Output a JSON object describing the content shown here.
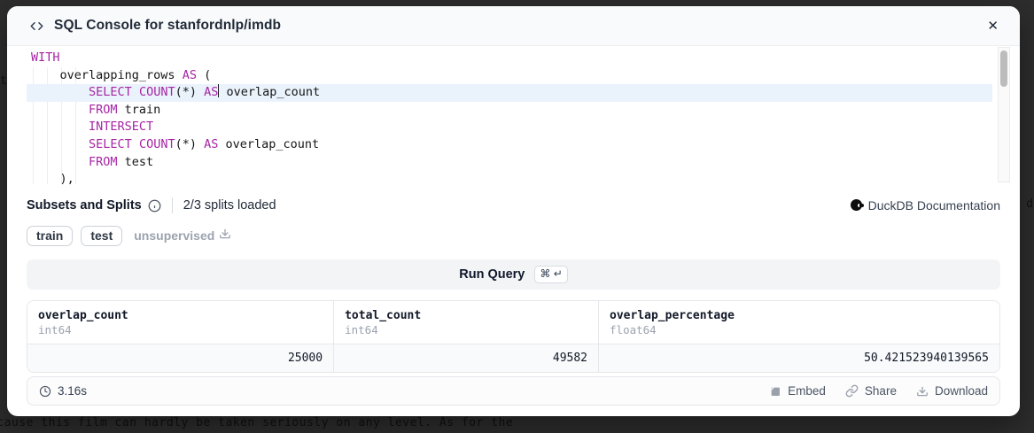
{
  "backdrop": {
    "bottom_text": "ecause this film can hardly be taken seriously on any level. As for the",
    "left_fragment": "t",
    "right_fragment": "d"
  },
  "modal": {
    "header": {
      "title": "SQL Console for stanfordnlp/imdb",
      "close": "✕"
    },
    "editor": {
      "lines": [
        {
          "tokens": [
            {
              "k": "WITH"
            }
          ]
        },
        {
          "tokens": [
            {
              "t": "    overlapping_rows "
            },
            {
              "k": "AS"
            },
            {
              "t": " ("
            }
          ]
        },
        {
          "active": true,
          "tokens": [
            {
              "t": "        "
            },
            {
              "k": "SELECT"
            },
            {
              "t": " "
            },
            {
              "k": "COUNT"
            },
            {
              "t": "(*) "
            },
            {
              "k": "AS"
            },
            {
              "c": true
            },
            {
              "t": " overlap_count"
            }
          ]
        },
        {
          "tokens": [
            {
              "t": "        "
            },
            {
              "k": "FROM"
            },
            {
              "t": " train"
            }
          ]
        },
        {
          "tokens": [
            {
              "t": "        "
            },
            {
              "k": "INTERSECT"
            }
          ]
        },
        {
          "tokens": [
            {
              "t": "        "
            },
            {
              "k": "SELECT"
            },
            {
              "t": " "
            },
            {
              "k": "COUNT"
            },
            {
              "t": "(*) "
            },
            {
              "k": "AS"
            },
            {
              "t": " overlap_count"
            }
          ]
        },
        {
          "tokens": [
            {
              "t": "        "
            },
            {
              "k": "FROM"
            },
            {
              "t": " test"
            }
          ]
        },
        {
          "tokens": [
            {
              "t": "    ),"
            }
          ]
        }
      ]
    },
    "subsets": {
      "label": "Subsets and Splits",
      "status": "2/3 splits loaded",
      "doc_link": "DuckDB Documentation"
    },
    "splits": [
      {
        "name": "train",
        "loaded": true
      },
      {
        "name": "test",
        "loaded": true
      },
      {
        "name": "unsupervised",
        "loaded": false
      }
    ],
    "run_query": {
      "label": "Run Query",
      "shortcut": "⌘ ↵"
    },
    "results": {
      "columns": [
        {
          "name": "overlap_count",
          "type": "int64"
        },
        {
          "name": "total_count",
          "type": "int64"
        },
        {
          "name": "overlap_percentage",
          "type": "float64"
        }
      ],
      "rows": [
        [
          "25000",
          "49582",
          "50.421523940139565"
        ]
      ],
      "footer": {
        "duration": "3.16s",
        "actions": [
          {
            "label": "Embed",
            "icon": "embed"
          },
          {
            "label": "Share",
            "icon": "share"
          },
          {
            "label": "Download",
            "icon": "download"
          }
        ]
      }
    },
    "colors": {
      "keyword_purple": "#a626a4",
      "active_line_blue": "#eaf2fc",
      "header_gray": "#f9fafb",
      "backdrop_dark": "#2e2d2d"
    }
  }
}
